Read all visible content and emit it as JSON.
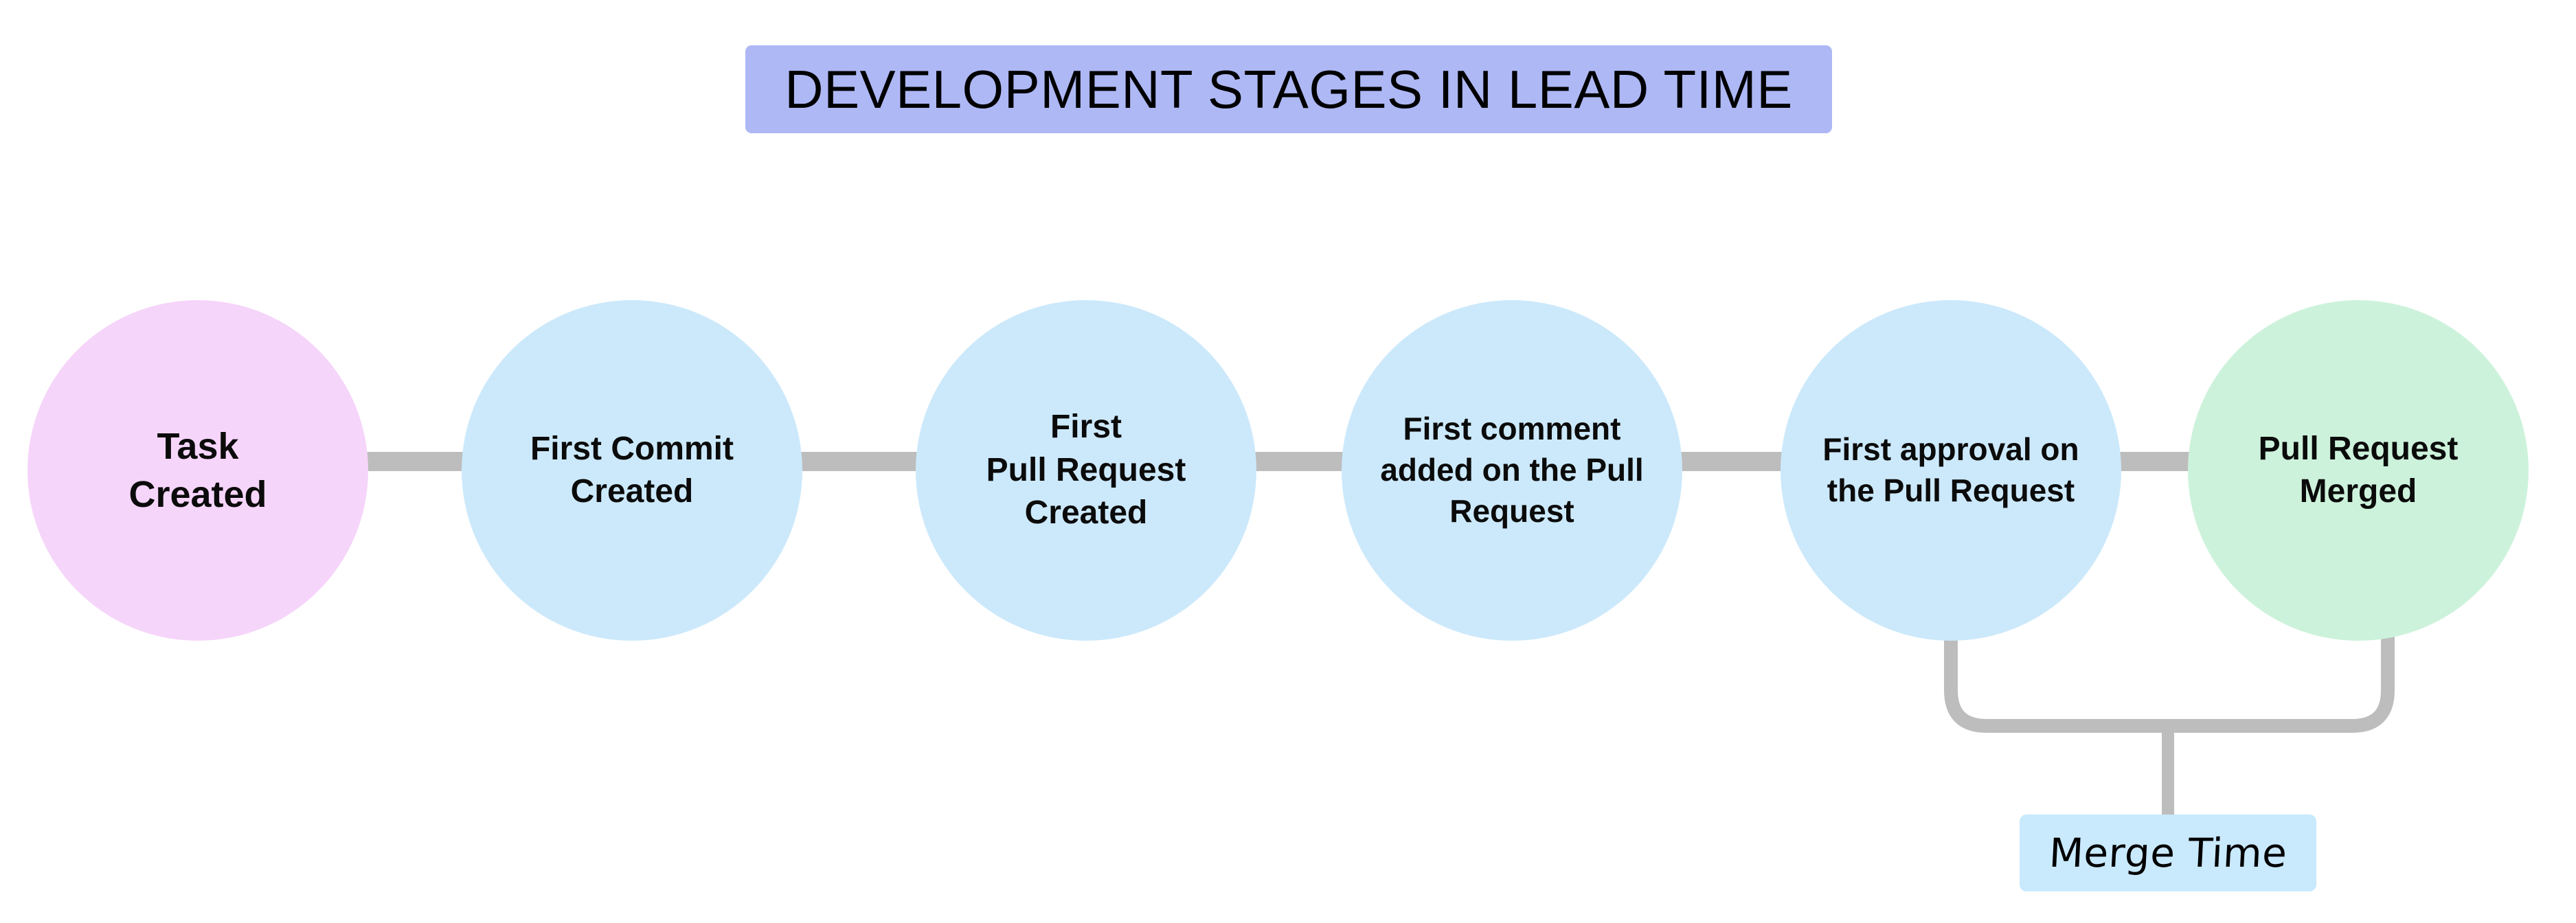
{
  "diagram": {
    "title": "DEVELOPMENT STAGES IN LEAD TIME",
    "title_background_color": "#AEB8F5",
    "canvas_background_color": "#FFFFFF",
    "connector_color": "#BDBDBD",
    "stages": [
      {
        "id": "task-created",
        "label": "Task\nCreated",
        "color": "#F6D5FA",
        "order": 1
      },
      {
        "id": "first-commit-created",
        "label": "First Commit\nCreated",
        "color": "#CCE9FB",
        "order": 2
      },
      {
        "id": "first-pull-request-created",
        "label": "First\nPull Request\nCreated",
        "color": "#CCE9FB",
        "order": 3
      },
      {
        "id": "first-comment-on-pull-request",
        "label": "First comment\nadded on the Pull\nRequest",
        "color": "#CCE9FB",
        "order": 4
      },
      {
        "id": "first-approval-on-pull-request",
        "label": "First approval on\nthe Pull Request",
        "color": "#CCE9FB",
        "order": 5
      },
      {
        "id": "pull-request-merged",
        "label": "Pull Request\nMerged",
        "color": "#CDF2DB",
        "order": 6
      }
    ],
    "annotations": [
      {
        "id": "merge-time",
        "label": "Merge Time",
        "color": "#C9E9FC",
        "spans_from": "first-approval-on-pull-request",
        "spans_to": "pull-request-merged"
      }
    ]
  }
}
